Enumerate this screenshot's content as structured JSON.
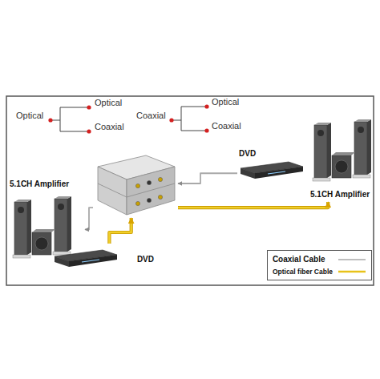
{
  "diagram": {
    "nodes": [
      {
        "text": [
          "DVD"
        ]
      },
      {
        "text": []
      },
      {
        "text": [
          "5.1CH Amplifier"
        ]
      },
      {
        "text": [
          "5.1CH Amplifier"
        ]
      },
      {
        "text": [
          "DVD"
        ]
      }
    ],
    "edges": [
      {
        "from": 0,
        "to": 1,
        "arrow": "to"
      },
      {
        "from": 1,
        "to": 2,
        "arrow": "to"
      },
      {
        "from": 4,
        "to": 1,
        "arrow": "to"
      },
      {
        "from": 1,
        "to": 3,
        "arrow": "to"
      }
    ],
    "labels": [
      "Optical",
      "Optical",
      "Coaxial",
      "Coaxial",
      "Optical",
      "Coaxial"
    ],
    "legend": [
      {
        "text": "Coaxial Cable"
      },
      {
        "text": "Optical fiber Cable"
      }
    ]
  }
}
